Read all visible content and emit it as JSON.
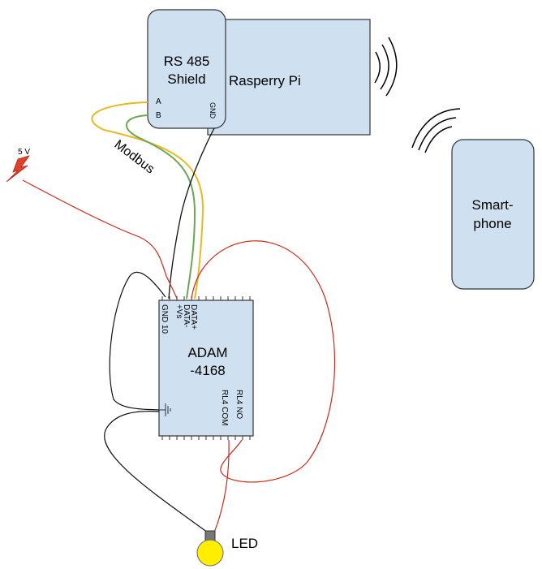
{
  "raspberry_pi": {
    "label": "Rasperry Pi"
  },
  "rs485_shield": {
    "label_line1": "RS 485",
    "label_line2": "Shield",
    "pin_a": "A",
    "pin_b": "B",
    "pin_gnd": "GND"
  },
  "smartphone": {
    "label_line1": "Smart-",
    "label_line2": "phone"
  },
  "adam": {
    "label_line1": "ADAM",
    "label_line2": "-4168",
    "pin_gnd": "GND 10",
    "pin_vs": "+Vs",
    "pin_data_minus": "DATA-",
    "pin_data_plus": "DATA+",
    "pin_rl4_com": "RL4 COM",
    "pin_rl4_no": "RL4 NO"
  },
  "power": {
    "label": "5 V"
  },
  "bus": {
    "label": "Modbus"
  },
  "led": {
    "label": "LED"
  },
  "colors": {
    "box_fill": "#cfe0f1",
    "box_stroke": "#333333",
    "wire_red": "#cc2a1a",
    "wire_yellow": "#e8b923",
    "wire_green": "#6aa84f",
    "wire_black": "#111111",
    "led_fill": "#ffee00",
    "led_base": "#777777",
    "bolt_fill": "#e0412b"
  }
}
